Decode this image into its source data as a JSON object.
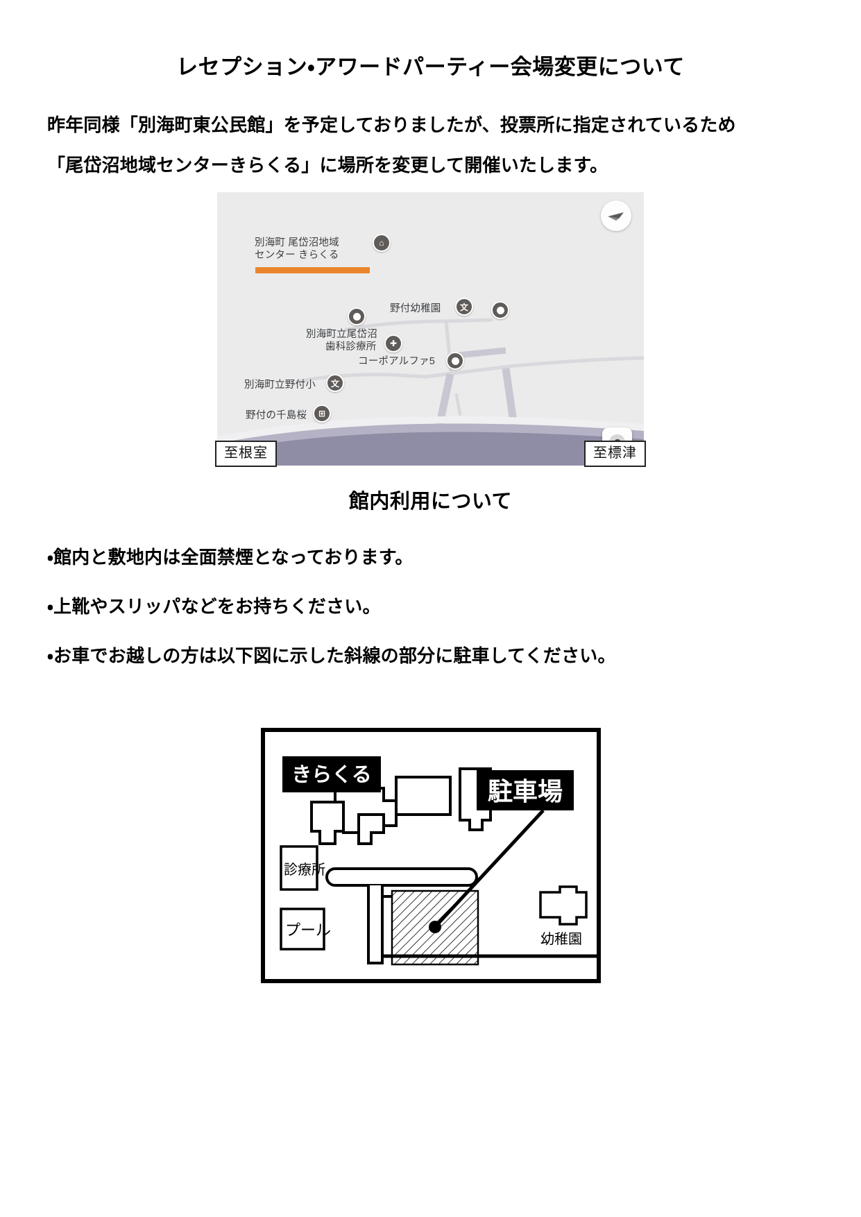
{
  "document": {
    "title": "レセプション・アワードパーティー会場変更について",
    "paragraphs": [
      "昨年同様「別海町東公民館」を予定しておりましたが、投票所に指定されているため",
      "「尾岱沼地域センターきらくる」に場所を変更して開催いたします。"
    ],
    "section_title": "館内利用について",
    "bullets": [
      "・館内と敷地内は全面禁煙となっております。",
      "・上靴やスリッパなどをお持ちください。",
      "・お車でお越しの方は以下図に示した斜線の部分に駐車してください。"
    ]
  },
  "map": {
    "highlight_color": "#e8852c",
    "background_color": "#ecebeb",
    "labels": {
      "venue_line1": "別海町 尾岱沼地域",
      "venue_line2": "センター きらくる",
      "kindergarten": "野付幼稚園",
      "dental_line1": "別海町立尾岱沼",
      "dental_line2": "歯科診療所",
      "corpo": "コーポアルファ5",
      "elementary": "別海町立野付小",
      "cherry": "野付の千島桜"
    },
    "direction_boxes": {
      "left": "至根室",
      "right": "至標津"
    },
    "pin_glyphs": {
      "venue": "⌂",
      "school": "文",
      "hospital": "✚",
      "park": "⊞"
    }
  },
  "floor_plan": {
    "labels": {
      "kirakuru": "きらくる",
      "parking": "駐車場",
      "clinic": "診療所",
      "pool": "プール",
      "kindergarten": "幼稚園"
    }
  }
}
